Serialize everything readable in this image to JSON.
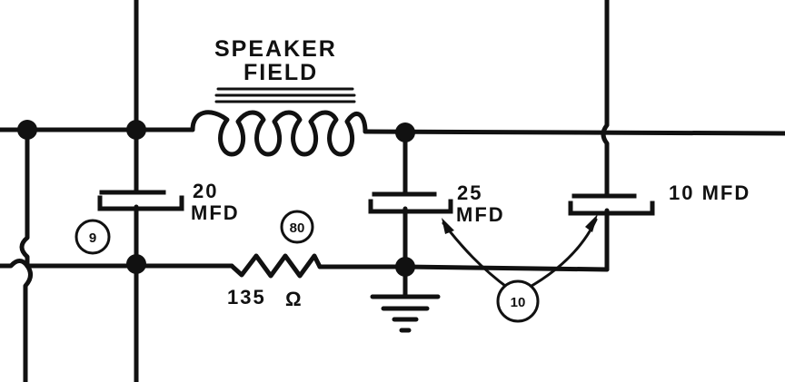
{
  "inductor": {
    "label_line1": "SPEAKER",
    "label_line2": "FIELD"
  },
  "cap_20": {
    "value": "20",
    "unit": "MFD",
    "callout": "9"
  },
  "cap_25": {
    "value": "25",
    "unit": "MFD"
  },
  "cap_10": {
    "value": "10 MFD"
  },
  "caps_callout": "10",
  "resistor": {
    "value": "135",
    "unit": "Ω",
    "callout": "80"
  },
  "colors": {
    "ink": "#111111",
    "paper": "#ffffff"
  }
}
